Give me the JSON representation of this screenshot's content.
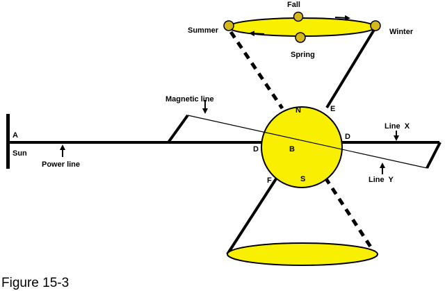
{
  "labels": {
    "fall": "Fall",
    "summer": "Summer",
    "winter": "Winter",
    "spring": "Spring",
    "magnetic_line": "Magnetic line",
    "n": "N",
    "e": "E",
    "s": "S",
    "f": "F",
    "d_left": "D",
    "d_right": "D",
    "b": "B",
    "a": "A",
    "sun": "Sun",
    "power_line": "Power line",
    "line_x": "Line  X",
    "line_y": "Line  Y"
  },
  "caption": "Figure 15-3",
  "colors": {
    "yellow": "#f8f000",
    "ball": "#d4b81c",
    "ink": "#000000"
  }
}
